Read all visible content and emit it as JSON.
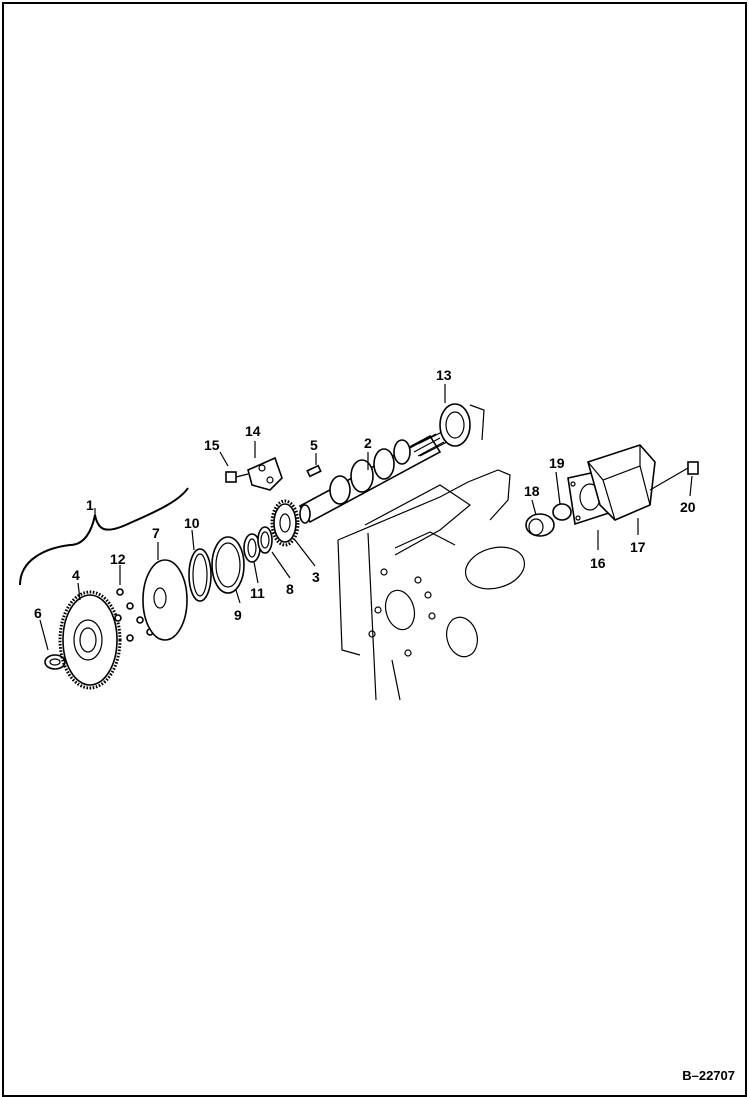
{
  "diagram": {
    "callouts": [
      {
        "id": "c1",
        "text": "1"
      },
      {
        "id": "c2",
        "text": "2"
      },
      {
        "id": "c3",
        "text": "3"
      },
      {
        "id": "c4",
        "text": "4"
      },
      {
        "id": "c5",
        "text": "5"
      },
      {
        "id": "c6",
        "text": "6"
      },
      {
        "id": "c7",
        "text": "7"
      },
      {
        "id": "c8",
        "text": "8"
      },
      {
        "id": "c9",
        "text": "9"
      },
      {
        "id": "c10",
        "text": "10"
      },
      {
        "id": "c11",
        "text": "11"
      },
      {
        "id": "c12",
        "text": "12"
      },
      {
        "id": "c13",
        "text": "13"
      },
      {
        "id": "c14",
        "text": "14"
      },
      {
        "id": "c15",
        "text": "15"
      },
      {
        "id": "c16",
        "text": "16"
      },
      {
        "id": "c17",
        "text": "17"
      },
      {
        "id": "c18",
        "text": "18"
      },
      {
        "id": "c19",
        "text": "19"
      },
      {
        "id": "c20",
        "text": "20"
      }
    ],
    "reference_number": "B–22707"
  }
}
